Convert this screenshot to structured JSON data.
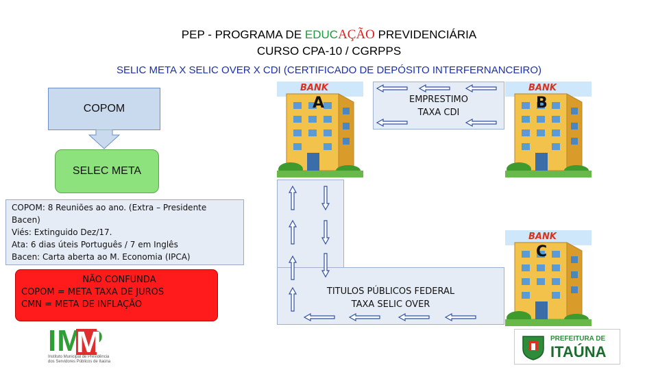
{
  "header": {
    "line1_prefix": "PEP - PROGRAMA DE ",
    "line1_green": "EDUC",
    "line1_red": "AÇÃO",
    "line1_suffix": " PREVIDENCIÁRIA",
    "line2": "CURSO CPA-10 / CGRPPS",
    "subtitle": "SELIC META X SELIC OVER X CDI (CERTIFICADO DE DEPÓSITO INTERFERNANCEIRO)"
  },
  "left_flow": {
    "copom_label": "COPOM",
    "selec_label": "SELEC META",
    "info_lines": [
      "COPOM: 8 Reuniões ao ano. (Extra – Presidente",
      "Bacen)",
      "Viés: Extinguido Dez/17.",
      "Ata: 6 dias úteis Português / 7 em Inglês",
      "Bacen: Carta aberta ao M. Economia (IPCA)"
    ],
    "warning_title": "NÃO CONFUNDA",
    "warning_lines": [
      "COPOM = META TAXA DE JUROS",
      "CMN = META DE INFLAÇÃO"
    ]
  },
  "banks": {
    "sign_text": "BANK",
    "a_label": "A",
    "b_label": "B",
    "c_label": "C"
  },
  "cdi_box": {
    "line1": "EMPRESTIMO",
    "line2": "TAXA CDI"
  },
  "selic_box": {
    "line1": "TITULOS PÚBLICOS FEDERAL",
    "line2": "TAXA SELIC OVER"
  },
  "logos": {
    "imp_text": "IMP",
    "imp_caption_1": "Instituto Municipal de Previdência",
    "imp_caption_2": "dos Servidores Públicos de Itaúna",
    "itauna_small": "PREFEITURA DE",
    "itauna_big": "ITAÚNA"
  },
  "colors": {
    "subtitle_blue": "#1b2fa8",
    "copom_fill": "#c9daef",
    "selec_fill": "#8ee27e",
    "warning_fill": "#ff1b1b",
    "flow_fill": "#e6ecf6"
  }
}
